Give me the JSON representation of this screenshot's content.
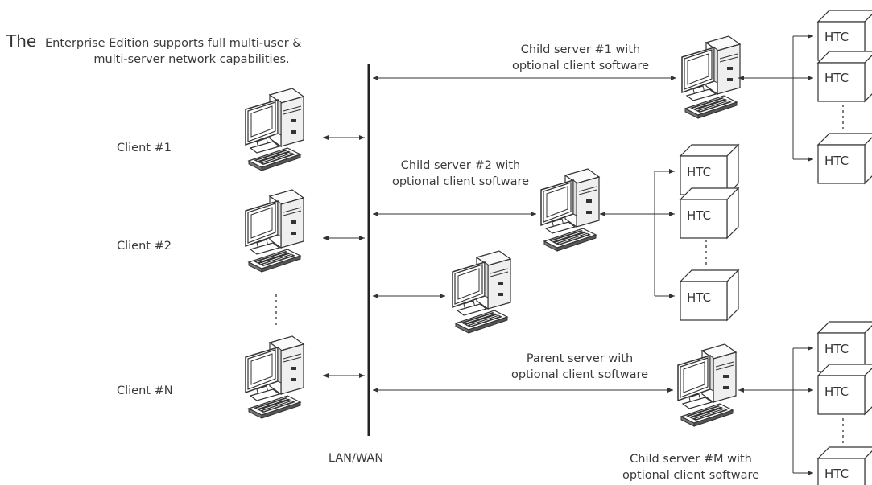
{
  "title": {
    "lead": "The",
    "line1": "Enterprise Edition supports full multi-user &",
    "line2": "multi-server network capabilities."
  },
  "clients": [
    {
      "label": "Client #1"
    },
    {
      "label": "Client #2"
    },
    {
      "label": "Client #N"
    }
  ],
  "network": {
    "label": "LAN/WAN"
  },
  "servers": {
    "child1": {
      "line1": "Child server #1 with",
      "line2": "optional client software"
    },
    "child2": {
      "line1": "Child server #2 with",
      "line2": "optional client software"
    },
    "parent": {
      "line1": "Parent server with",
      "line2": "optional client software"
    },
    "childM": {
      "line1": "Child server #M with",
      "line2": "optional client software"
    }
  },
  "device_label": "HTC",
  "icons": {
    "computer": "desktop-computer-icon",
    "device": "htc-box-icon",
    "arrow": "double-arrow-icon"
  },
  "colors": {
    "line": "#333333",
    "text": "#3a3a3a"
  }
}
